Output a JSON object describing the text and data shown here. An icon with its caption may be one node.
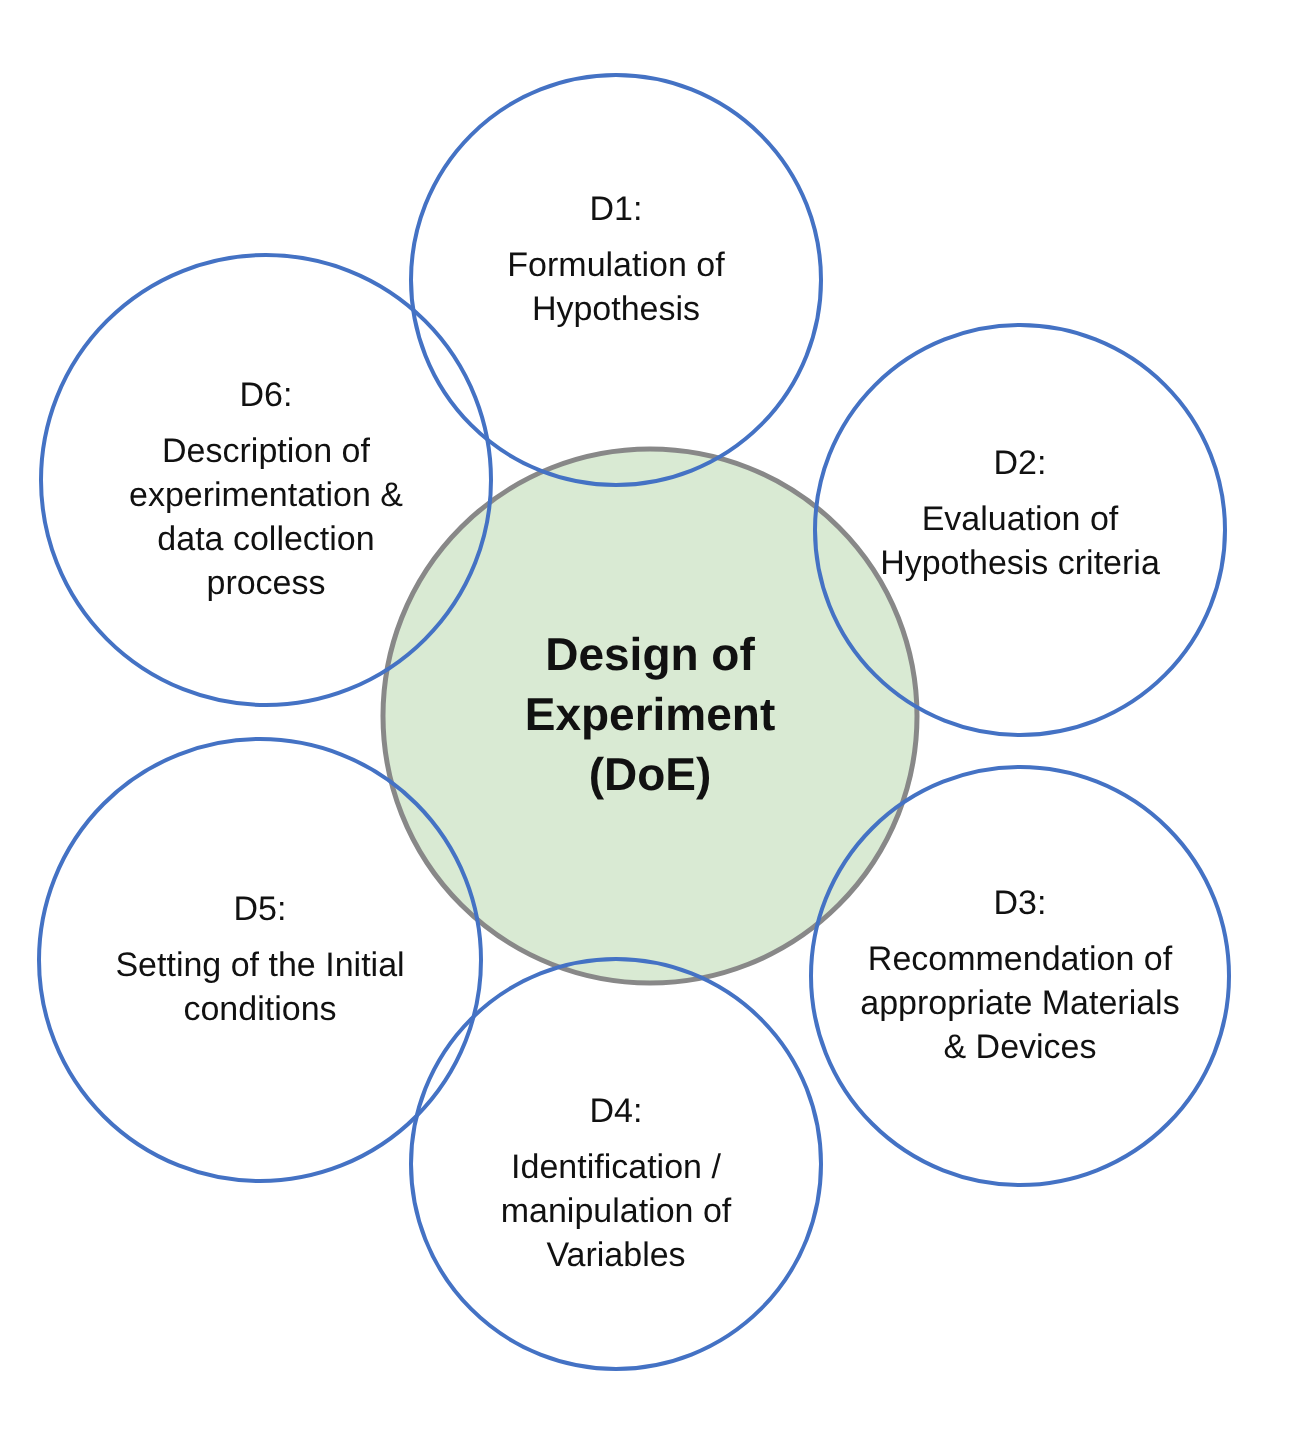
{
  "diagram": {
    "nodes": [
      {
        "text": [
          "Design of Experiment (DoE)"
        ]
      },
      {
        "text": [
          "D1:",
          "Formulation of Hypothesis"
        ]
      },
      {
        "text": [
          "D2:",
          "Evaluation of Hypothesis criteria"
        ]
      },
      {
        "text": [
          "D3:",
          "Recommendation of appropriate Materials & Devices"
        ]
      },
      {
        "text": [
          "D4:",
          "Identification / manipulation of Variables"
        ]
      },
      {
        "text": [
          "D5:",
          "Setting of the Initial conditions"
        ]
      },
      {
        "text": [
          "D6:",
          "Description of experimentation & data collection process"
        ]
      }
    ]
  }
}
